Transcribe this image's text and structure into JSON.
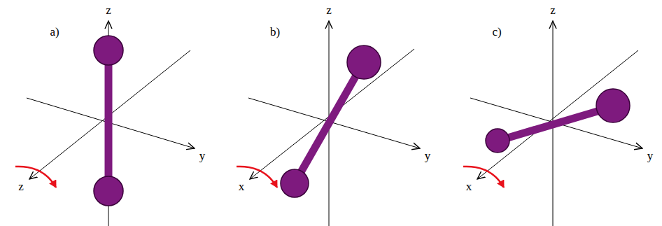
{
  "diagram": {
    "labels": [
      "a)",
      "z",
      "y",
      "z",
      "b)",
      "z",
      "y",
      "x",
      "c)",
      "z",
      "y",
      "x"
    ]
  }
}
